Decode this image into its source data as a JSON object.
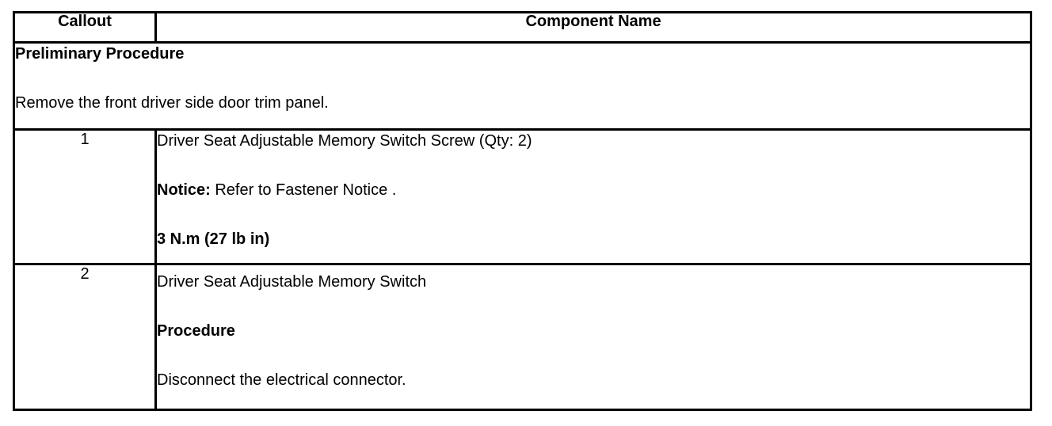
{
  "header": {
    "callout": "Callout",
    "component_name": "Component Name"
  },
  "preliminary": {
    "title": "Preliminary Procedure",
    "instruction": "Remove the front driver side door trim panel."
  },
  "rows": [
    {
      "callout": "1",
      "component": "Driver Seat Adjustable Memory Switch Screw (Qty: 2)",
      "notice_label": "Notice:",
      "notice_text": " Refer to Fastener Notice .",
      "torque": "3 N.m (27 lb in)"
    },
    {
      "callout": "2",
      "component": "Driver Seat Adjustable Memory Switch",
      "procedure_label": "Procedure",
      "procedure_step": "Disconnect the electrical connector."
    }
  ]
}
